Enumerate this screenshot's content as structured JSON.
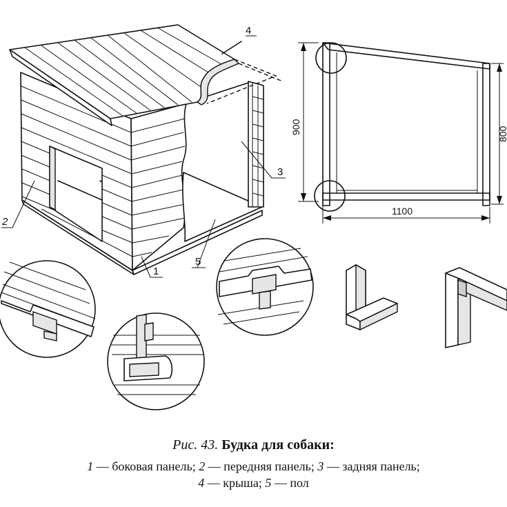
{
  "labels": {
    "part1": "1",
    "part2": "2",
    "part3": "3",
    "part4": "4",
    "part5": "5"
  },
  "dimensions": {
    "height_back": "900",
    "height_front": "800",
    "width": "1100"
  },
  "caption": {
    "fig_label": "Рис. 43.",
    "title": "Будка для собаки:",
    "line2": [
      {
        "num": "1",
        "text": " — боковая панель; "
      },
      {
        "num": "2",
        "text": " — передняя панель; "
      },
      {
        "num": "3",
        "text": " — задняя панель;"
      }
    ],
    "line3": [
      {
        "num": "4",
        "text": " — крыша; "
      },
      {
        "num": "5",
        "text": " — пол"
      }
    ]
  }
}
